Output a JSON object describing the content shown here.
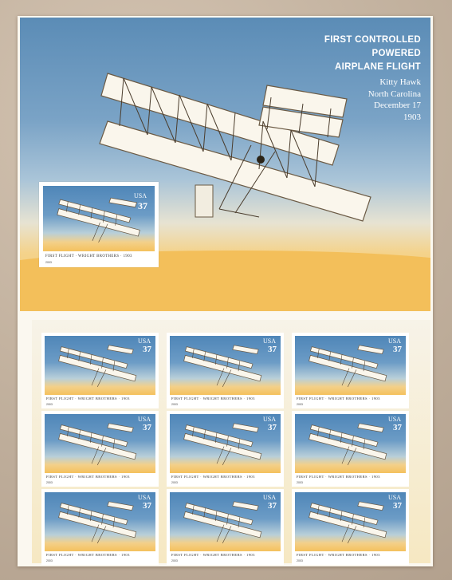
{
  "sheet": {
    "title_lines": [
      "FIRST CONTROLLED",
      "POWERED",
      "AIRPLANE FLIGHT"
    ],
    "place_lines": [
      "Kitty Hawk",
      "North Carolina",
      "December 17",
      "1903"
    ]
  },
  "stamp": {
    "country": "USA",
    "denomination": "37",
    "caption": "FIRST FLIGHT · WRIGHT BROTHERS · 1903",
    "year": "2003"
  },
  "pane": {
    "rows": 3,
    "cols": 3
  },
  "colors": {
    "sky_top": "#5b8cb6",
    "sand": "#f3bf5a",
    "paper": "#fbf8f0"
  },
  "icons": {
    "plane": "wright-flyer-icon"
  }
}
